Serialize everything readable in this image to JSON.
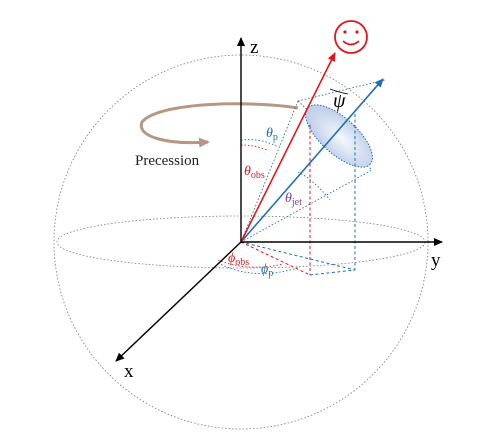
{
  "axes": {
    "z_label": "z",
    "y_label": "y",
    "x_label": "x"
  },
  "labels": {
    "precession": "Precession",
    "theta": "θ",
    "phi": "ϕ",
    "psi": "ψ",
    "sub_p": "p",
    "sub_obs": "obs",
    "sub_jet": "jet"
  },
  "colors": {
    "observer": "#e8141c",
    "jet": "#1f6fb5",
    "theta_jet_label": "#7a3e9d",
    "precession_arrow": "#b89684",
    "sphere": "#777777",
    "axes": "#000000"
  },
  "icons": {
    "observer": "smiley-face-icon"
  }
}
